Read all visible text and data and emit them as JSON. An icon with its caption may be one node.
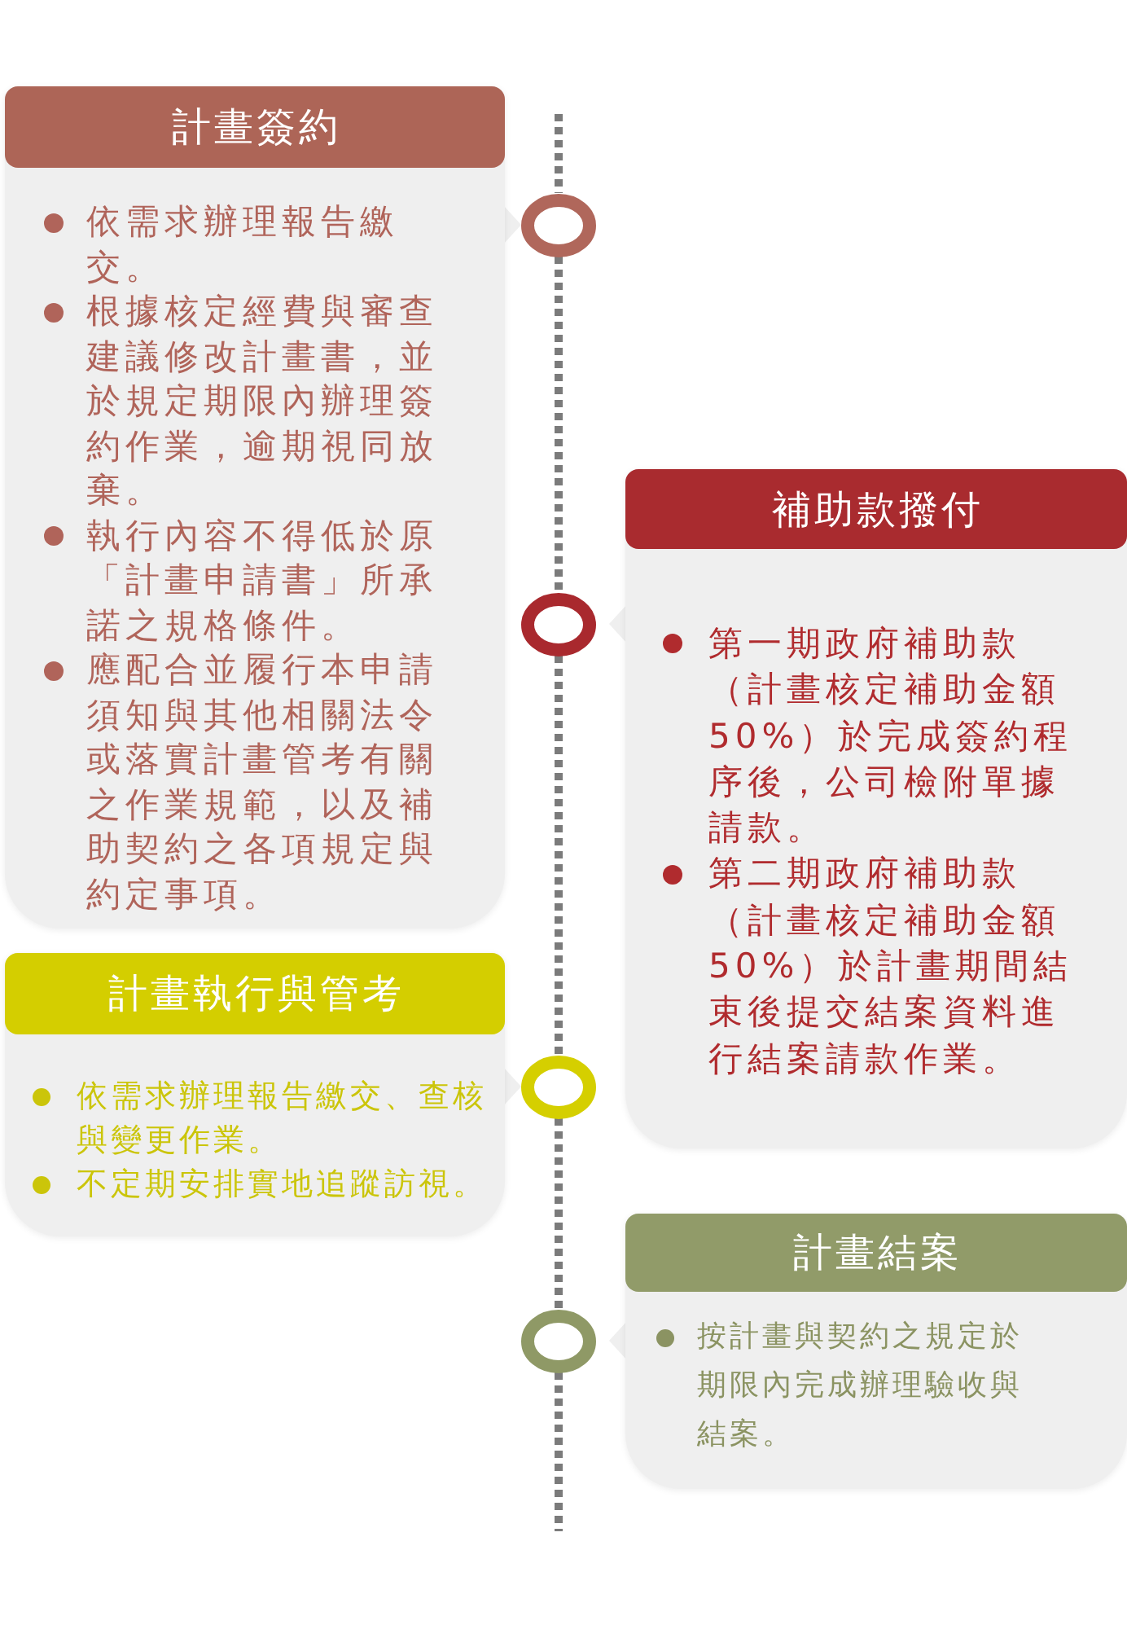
{
  "diagram": {
    "nodes": [
      {
        "text": [
          "計畫簽約",
          "依需求辦理報告繳交。",
          "根據核定經費與審查建議修改計畫書，並於規定期限內辦理簽約作業，逾期視同放棄。",
          "執行內容不得低於原「計畫申請書」所承諾之規格條件。",
          "應配合並履行本申請須知與其他相關法令或落實計畫管考有關之作業規範，以及補助契約之各項規定與約定事項。"
        ]
      },
      {
        "text": [],
        "shape": "circle"
      },
      {
        "text": [
          "補助款撥付",
          "第一期政府補助款（計畫核定補助金額50%）於完成簽約程序後，公司檢附單據請款。",
          "第二期政府補助款（計畫核定補助金額50%）於計畫期間結束後提交結案資料進行結案請款作業。"
        ]
      },
      {
        "text": [],
        "shape": "circle"
      },
      {
        "text": [
          "計畫執行與管考",
          "依需求辦理報告繳交、查核與變更作業。",
          "不定期安排實地追蹤訪視。"
        ]
      },
      {
        "text": [],
        "shape": "circle"
      },
      {
        "text": [
          "計畫結案",
          "按計畫與契約之規定於期限內完成辦理驗收與結案。"
        ]
      },
      {
        "text": [],
        "shape": "circle"
      }
    ],
    "edges": [
      {
        "from": null,
        "to": 1,
        "arrow": "none",
        "style": "dashed"
      },
      {
        "from": 1,
        "to": 3,
        "arrow": "none",
        "style": "dashed"
      },
      {
        "from": 3,
        "to": 5,
        "arrow": "none",
        "style": "dashed"
      },
      {
        "from": 5,
        "to": 7,
        "arrow": "none",
        "style": "dashed"
      },
      {
        "from": 7,
        "to": null,
        "arrow": "none",
        "style": "dashed"
      }
    ]
  }
}
